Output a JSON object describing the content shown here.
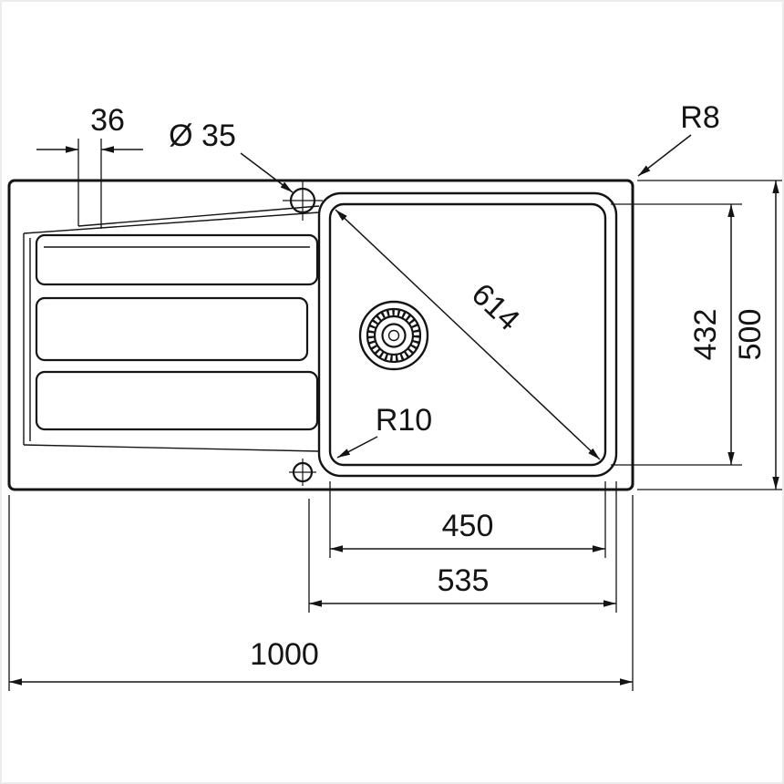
{
  "drawing": {
    "type": "sink-top-view-dimension-drawing",
    "labels": {
      "edge_offset": "36",
      "tap_hole": "Ø 35",
      "outer_corner_radius": "R8",
      "bowl_diagonal": "614",
      "bowl_height": "432",
      "overall_height": "500",
      "bowl_corner_radius": "R10",
      "bowl_width": "450",
      "bowl_outer_width": "535",
      "overall_width": "1000"
    },
    "colors": {
      "line": "#141414",
      "background": "#ffffff"
    }
  }
}
